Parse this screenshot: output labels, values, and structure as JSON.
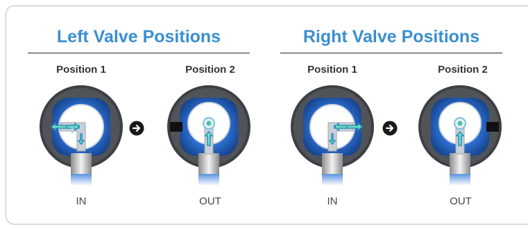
{
  "groups": [
    {
      "title": "Left Valve Positions",
      "positions": [
        {
          "label": "Position 1",
          "state": "IN",
          "flow": "sideways"
        },
        {
          "label": "Position 2",
          "state": "OUT",
          "flow": "up"
        }
      ]
    },
    {
      "title": "Right Valve Positions",
      "positions": [
        {
          "label": "Position 1",
          "state": "IN",
          "flow": "sideways"
        },
        {
          "label": "Position 2",
          "state": "OUT",
          "flow": "up"
        }
      ]
    }
  ],
  "colors": {
    "title": "#3a8fd0",
    "valve_ring": "#3c3f44",
    "valve_blue": "#1f5fb8",
    "flow_arrow": "#8fe3f7",
    "flow_arrow_fill": "#46c4a0"
  },
  "icons": {
    "step_arrow": "right-arrow-circle-icon"
  }
}
